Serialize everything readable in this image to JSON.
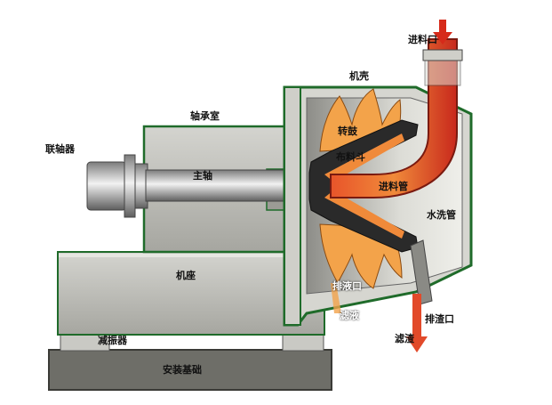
{
  "labels": {
    "inlet": "进料口",
    "housing": "机壳",
    "bearing_housing": "轴承室",
    "coupling": "联轴器",
    "main_shaft": "主轴",
    "rotating_drum": "转鼓",
    "distributor": "布料斗",
    "feed_pipe": "进料管",
    "wash_pipe": "水洗管",
    "base": "机座",
    "liquid_outlet": "排液口",
    "filtrate": "滤液",
    "residue_outlet": "排渣口",
    "residue": "滤渣",
    "damper": "减振器",
    "foundation": "安装基础"
  },
  "colors": {
    "frame_green": "#1f6b2a",
    "body_gray": "#b9b9b3",
    "flame_orange": "#f3a34a",
    "feed_red": "#c8281c",
    "foundation": "#6e6e68"
  }
}
